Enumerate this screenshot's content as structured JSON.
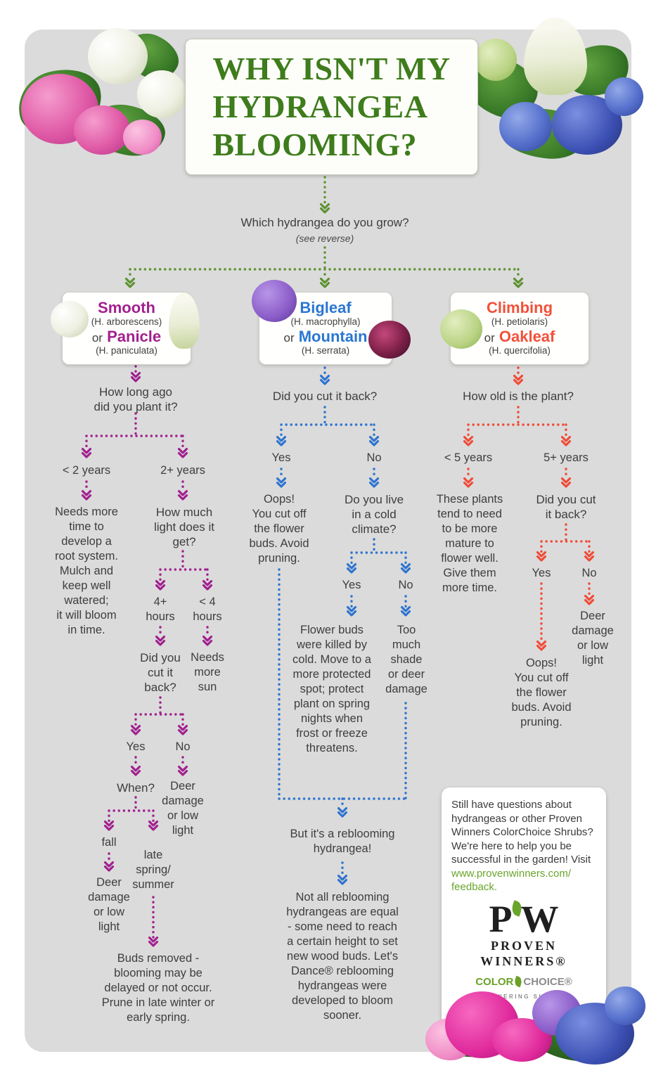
{
  "colors": {
    "green": "#5e9230",
    "magenta": "#a0208e",
    "blue": "#2e74cf",
    "red": "#f04b36",
    "text": "#3e3e3e",
    "panel": "#dbdbdb",
    "link_green": "#69a52c"
  },
  "title": "WHY ISN'T MY\nHYDRANGEA\nBLOOMING?",
  "root": {
    "question": "Which hydrangea do you grow?",
    "note": "(see reverse)"
  },
  "categories": [
    {
      "name": "Smooth",
      "latin": "(H. arborescens)",
      "or": "or",
      "name2": "Panicle",
      "latin2": "(H. paniculata)"
    },
    {
      "name": "Bigleaf",
      "latin": "(H. macrophylla)",
      "or": "or",
      "name2": "Mountain",
      "latin2": "(H. serrata)"
    },
    {
      "name": "Climbing",
      "latin": "(H. petiolaris)",
      "or": "or",
      "name2": "Oakleaf",
      "latin2": "(H. quercifolia)"
    }
  ],
  "smooth": {
    "q_planted": "How long ago\ndid you plant it?",
    "lt2": "< 2 years",
    "gte2": "2+ years",
    "needs_time": "Needs more\ntime to\ndevelop a\nroot system.\nMulch and\nkeep well\nwatered;\nit will bloom\nin time.",
    "q_light": "How much\nlight does it\nget?",
    "h4plus": "4+\nhours",
    "h4less": "< 4\nhours",
    "q_cut": "Did you\ncut it\nback?",
    "needs_sun": "Needs\nmore\nsun",
    "yes": "Yes",
    "no": "No",
    "q_when": "When?",
    "deer_no": "Deer\ndamage\nor low\nlight",
    "fall": "fall",
    "late": "late\nspring/\nsummer",
    "deer_fall": "Deer\ndamage\nor low\nlight",
    "buds": "Buds removed -\nblooming may be\ndelayed or not occur.\nPrune in late winter or\nearly spring."
  },
  "bigleaf": {
    "q_cut": "Did you cut it back?",
    "yes": "Yes",
    "no": "No",
    "oops": "Oops!\nYou cut off\nthe flower\nbuds. Avoid\npruning.",
    "q_cold": "Do you live\nin a cold\nclimate?",
    "yes2": "Yes",
    "no2": "No",
    "frost": "Flower buds\nwere killed by\ncold. Move to a\nmore protected\nspot; protect\nplant on spring\nnights when\nfrost or freeze\nthreatens.",
    "shade": "Too\nmuch\nshade\nor deer\ndamage",
    "rebloom": "But it's a reblooming\nhydrangea!",
    "notall": "Not all reblooming\nhydrangeas are equal\n- some need to reach\na certain height to set\nnew wood buds. Let's\nDance® reblooming\nhydrangeas were\ndeveloped to bloom\nsooner."
  },
  "climbing": {
    "q_age": "How old is the plant?",
    "lt5": "< 5 years",
    "gte5": "5+ years",
    "mature": "These plants\ntend to need\nto be more\nmature to\nflower well.\nGive them\nmore time.",
    "q_cut": "Did you cut\nit back?",
    "yes": "Yes",
    "no": "No",
    "deer": "Deer\ndamage\nor low\nlight",
    "oops": "Oops!\nYou cut off\nthe flower\nbuds. Avoid\npruning."
  },
  "info": {
    "text": "Still have questions about\nhydrangeas or other Proven\nWinners ColorChoice Shrubs?\nWe're here to help you be\nsuccessful in the garden! Visit",
    "link": "www.provenwinners.com/\nfeedback."
  },
  "logo": {
    "p": "P",
    "w": "W",
    "proven": "PROVEN",
    "winners": "WINNERS®",
    "color": "COLOR",
    "choice": "CHOICE®",
    "flowering": "FLOWERING SHRUBS"
  }
}
